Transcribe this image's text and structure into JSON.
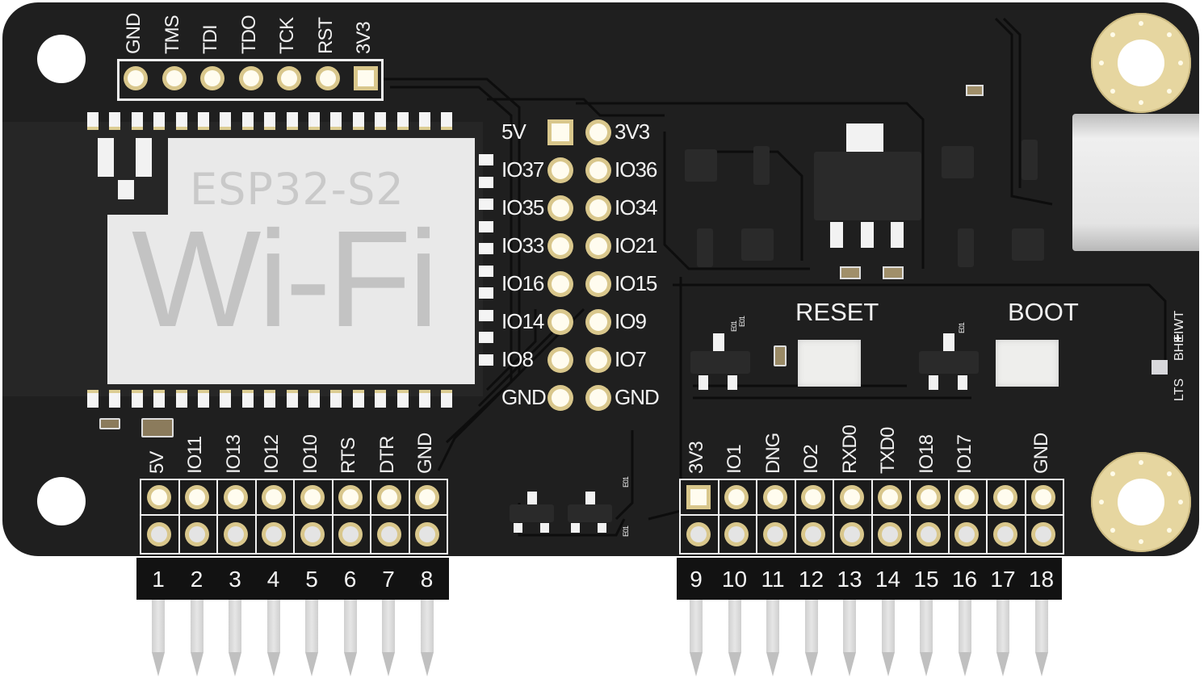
{
  "board": {
    "module_name": "ESP32-S2",
    "module_subtitle": "Wi-Fi",
    "colors": {
      "pcb": "#1f1f1f",
      "gold": "#e6d6a0",
      "silkscreen": "#f0f0f0",
      "module_shield": "#e8e8e8"
    }
  },
  "jtag_header": {
    "labels": [
      "GND",
      "TMS",
      "TDI",
      "TDO",
      "TCK",
      "RST",
      "3V3"
    ]
  },
  "center_header": {
    "left_labels": [
      "5V",
      "IO37",
      "IO35",
      "IO33",
      "IO16",
      "IO14",
      "IO8",
      "GND"
    ],
    "right_labels": [
      "3V3",
      "IO36",
      "IO34",
      "IO21",
      "IO15",
      "IO9",
      "IO7",
      "GND"
    ]
  },
  "buttons": {
    "reset_label": "RESET",
    "boot_label": "BOOT"
  },
  "side_text": {
    "top": "BHEIWT",
    "plus": "+",
    "bottom": "LTS"
  },
  "small_marks": {
    "component_code": "E01"
  },
  "left_header": {
    "labels": [
      "5V",
      "IO11",
      "IO13",
      "IO12",
      "IO10",
      "RTS",
      "DTR",
      "GND"
    ],
    "numbers": [
      "1",
      "2",
      "3",
      "4",
      "5",
      "6",
      "7",
      "8"
    ]
  },
  "right_header": {
    "labels": [
      "3V3",
      "IO1",
      "DNG",
      "IO2",
      "RXD0",
      "TXD0",
      "IO18",
      "IO17",
      "",
      "GND"
    ],
    "numbers": [
      "9",
      "10",
      "11",
      "12",
      "13",
      "14",
      "15",
      "16",
      "17",
      "18"
    ]
  }
}
